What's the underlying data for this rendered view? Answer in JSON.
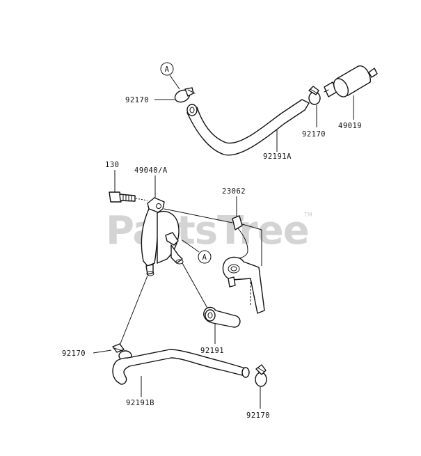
{
  "watermark": {
    "text": "PartsTree",
    "trademark": "TM"
  },
  "callouts": [
    {
      "id": "ref-a-top",
      "text": "A"
    },
    {
      "id": "ref-a-mid",
      "text": "A"
    }
  ],
  "part_labels": [
    {
      "id": "clamp-top-left",
      "text": "92170"
    },
    {
      "id": "clamp-top-right",
      "text": "92170"
    },
    {
      "id": "fuel-filter",
      "text": "49019"
    },
    {
      "id": "hose-top",
      "text": "92191A"
    },
    {
      "id": "bolt",
      "text": "130"
    },
    {
      "id": "fuel-pump",
      "text": "49040/A"
    },
    {
      "id": "bracket",
      "text": "23062"
    },
    {
      "id": "hose-short",
      "text": "92191"
    },
    {
      "id": "clamp-bottom-left",
      "text": "92170"
    },
    {
      "id": "hose-bottom",
      "text": "92191B"
    },
    {
      "id": "clamp-bottom-right",
      "text": "92170"
    }
  ]
}
